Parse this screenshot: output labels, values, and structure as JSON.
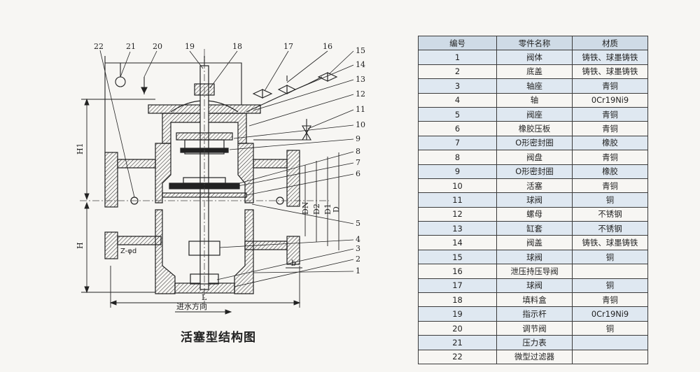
{
  "diagram": {
    "title": "活塞型结构图",
    "labels": {
      "callouts": [
        "1",
        "2",
        "3",
        "4",
        "5",
        "6",
        "7",
        "8",
        "9",
        "10",
        "11",
        "12",
        "13",
        "14",
        "15",
        "16",
        "17",
        "18",
        "19",
        "20",
        "21",
        "22"
      ],
      "dims": {
        "h1": "H1",
        "h": "H",
        "l": "L",
        "b": "b",
        "dn": "DN",
        "d2": "D2",
        "d1": "D1",
        "d": "D",
        "flange_holes": "Z-φd",
        "inlet": "进水方向"
      }
    }
  },
  "parts_table": {
    "headers": [
      "编号",
      "零件名称",
      "材质"
    ],
    "rows": [
      {
        "no": "1",
        "name": "阀体",
        "material": "铸铁、球墨铸铁"
      },
      {
        "no": "2",
        "name": "底盖",
        "material": "铸铁、球墨铸铁"
      },
      {
        "no": "3",
        "name": "轴座",
        "material": "青铜"
      },
      {
        "no": "4",
        "name": "轴",
        "material": "0Cr19Ni9"
      },
      {
        "no": "5",
        "name": "阀座",
        "material": "青铜"
      },
      {
        "no": "6",
        "name": "橡胶压板",
        "material": "青铜"
      },
      {
        "no": "7",
        "name": "O形密封圈",
        "material": "橡胶"
      },
      {
        "no": "8",
        "name": "阀盘",
        "material": "青铜"
      },
      {
        "no": "9",
        "name": "O形密封圈",
        "material": "橡胶"
      },
      {
        "no": "10",
        "name": "活塞",
        "material": "青铜"
      },
      {
        "no": "11",
        "name": "球阀",
        "material": "铜"
      },
      {
        "no": "12",
        "name": "螺母",
        "material": "不锈钢"
      },
      {
        "no": "13",
        "name": "缸套",
        "material": "不锈钢"
      },
      {
        "no": "14",
        "name": "阀盖",
        "material": "铸铁、球墨铸铁"
      },
      {
        "no": "15",
        "name": "球阀",
        "material": "铜"
      },
      {
        "no": "16",
        "name": "泄压持压导阀",
        "material": ""
      },
      {
        "no": "17",
        "name": "球阀",
        "material": "铜"
      },
      {
        "no": "18",
        "name": "填料盒",
        "material": "青铜"
      },
      {
        "no": "19",
        "name": "指示杆",
        "material": "0Cr19Ni9"
      },
      {
        "no": "20",
        "name": "调节阀",
        "material": "铜"
      },
      {
        "no": "21",
        "name": "压力表",
        "material": ""
      },
      {
        "no": "22",
        "name": "微型过滤器",
        "material": ""
      }
    ]
  }
}
